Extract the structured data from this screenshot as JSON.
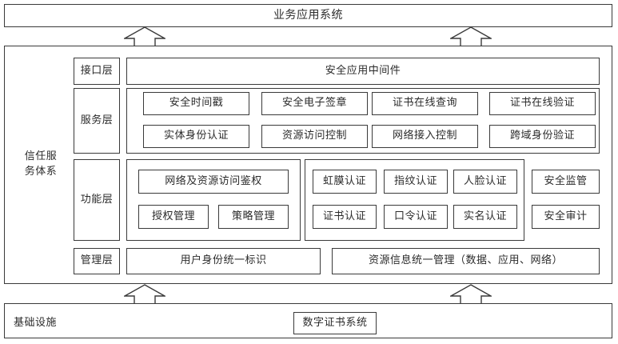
{
  "diagram": {
    "top_system": {
      "label": "业务应用系统"
    },
    "trust_system": {
      "label": "信任服务体系"
    },
    "layers": [
      {
        "name": "interface",
        "label": "接口层"
      },
      {
        "name": "service",
        "label": "服务层"
      },
      {
        "name": "function",
        "label": "功能层"
      },
      {
        "name": "management",
        "label": "管理层"
      }
    ],
    "interface_layer": {
      "items": [
        {
          "label": "安全应用中间件"
        }
      ]
    },
    "service_layer": {
      "row1": [
        {
          "label": "安全时间戳"
        },
        {
          "label": "安全电子签章"
        },
        {
          "label": "证书在线查询"
        },
        {
          "label": "证书在线验证"
        }
      ],
      "row2": [
        {
          "label": "实体身份认证"
        },
        {
          "label": "资源访问控制"
        },
        {
          "label": "网络接入控制"
        },
        {
          "label": "跨域身份验证"
        }
      ]
    },
    "function_layer": {
      "group_access": {
        "wide": {
          "label": "网络及资源访问鉴权"
        },
        "items": [
          {
            "label": "授权管理"
          },
          {
            "label": "策略管理"
          }
        ]
      },
      "group_auth": {
        "row1": [
          {
            "label": "虹膜认证"
          },
          {
            "label": "指纹认证"
          },
          {
            "label": "人脸认证"
          }
        ],
        "row2": [
          {
            "label": "证书认证"
          },
          {
            "label": "口令认证"
          },
          {
            "label": "实名认证"
          }
        ]
      },
      "standalone": [
        {
          "label": "安全监管"
        },
        {
          "label": "安全审计"
        }
      ]
    },
    "management_layer": {
      "items": [
        {
          "label": "用户身份统一标识"
        },
        {
          "label": "资源信息统一管理（数据、应用、网络）"
        }
      ]
    },
    "infrastructure": {
      "label": "基础设施",
      "items": [
        {
          "label": "数字证书系统"
        }
      ]
    },
    "arrows": [
      {
        "name": "arrow-up-left-top",
        "direction": "up"
      },
      {
        "name": "arrow-up-right-top",
        "direction": "up"
      },
      {
        "name": "arrow-up-left-bottom",
        "direction": "up"
      },
      {
        "name": "arrow-up-right-bottom",
        "direction": "up"
      }
    ],
    "colors": {
      "stroke": "#3a3a3a",
      "background": "#ffffff",
      "text": "#2b2b2b"
    }
  }
}
